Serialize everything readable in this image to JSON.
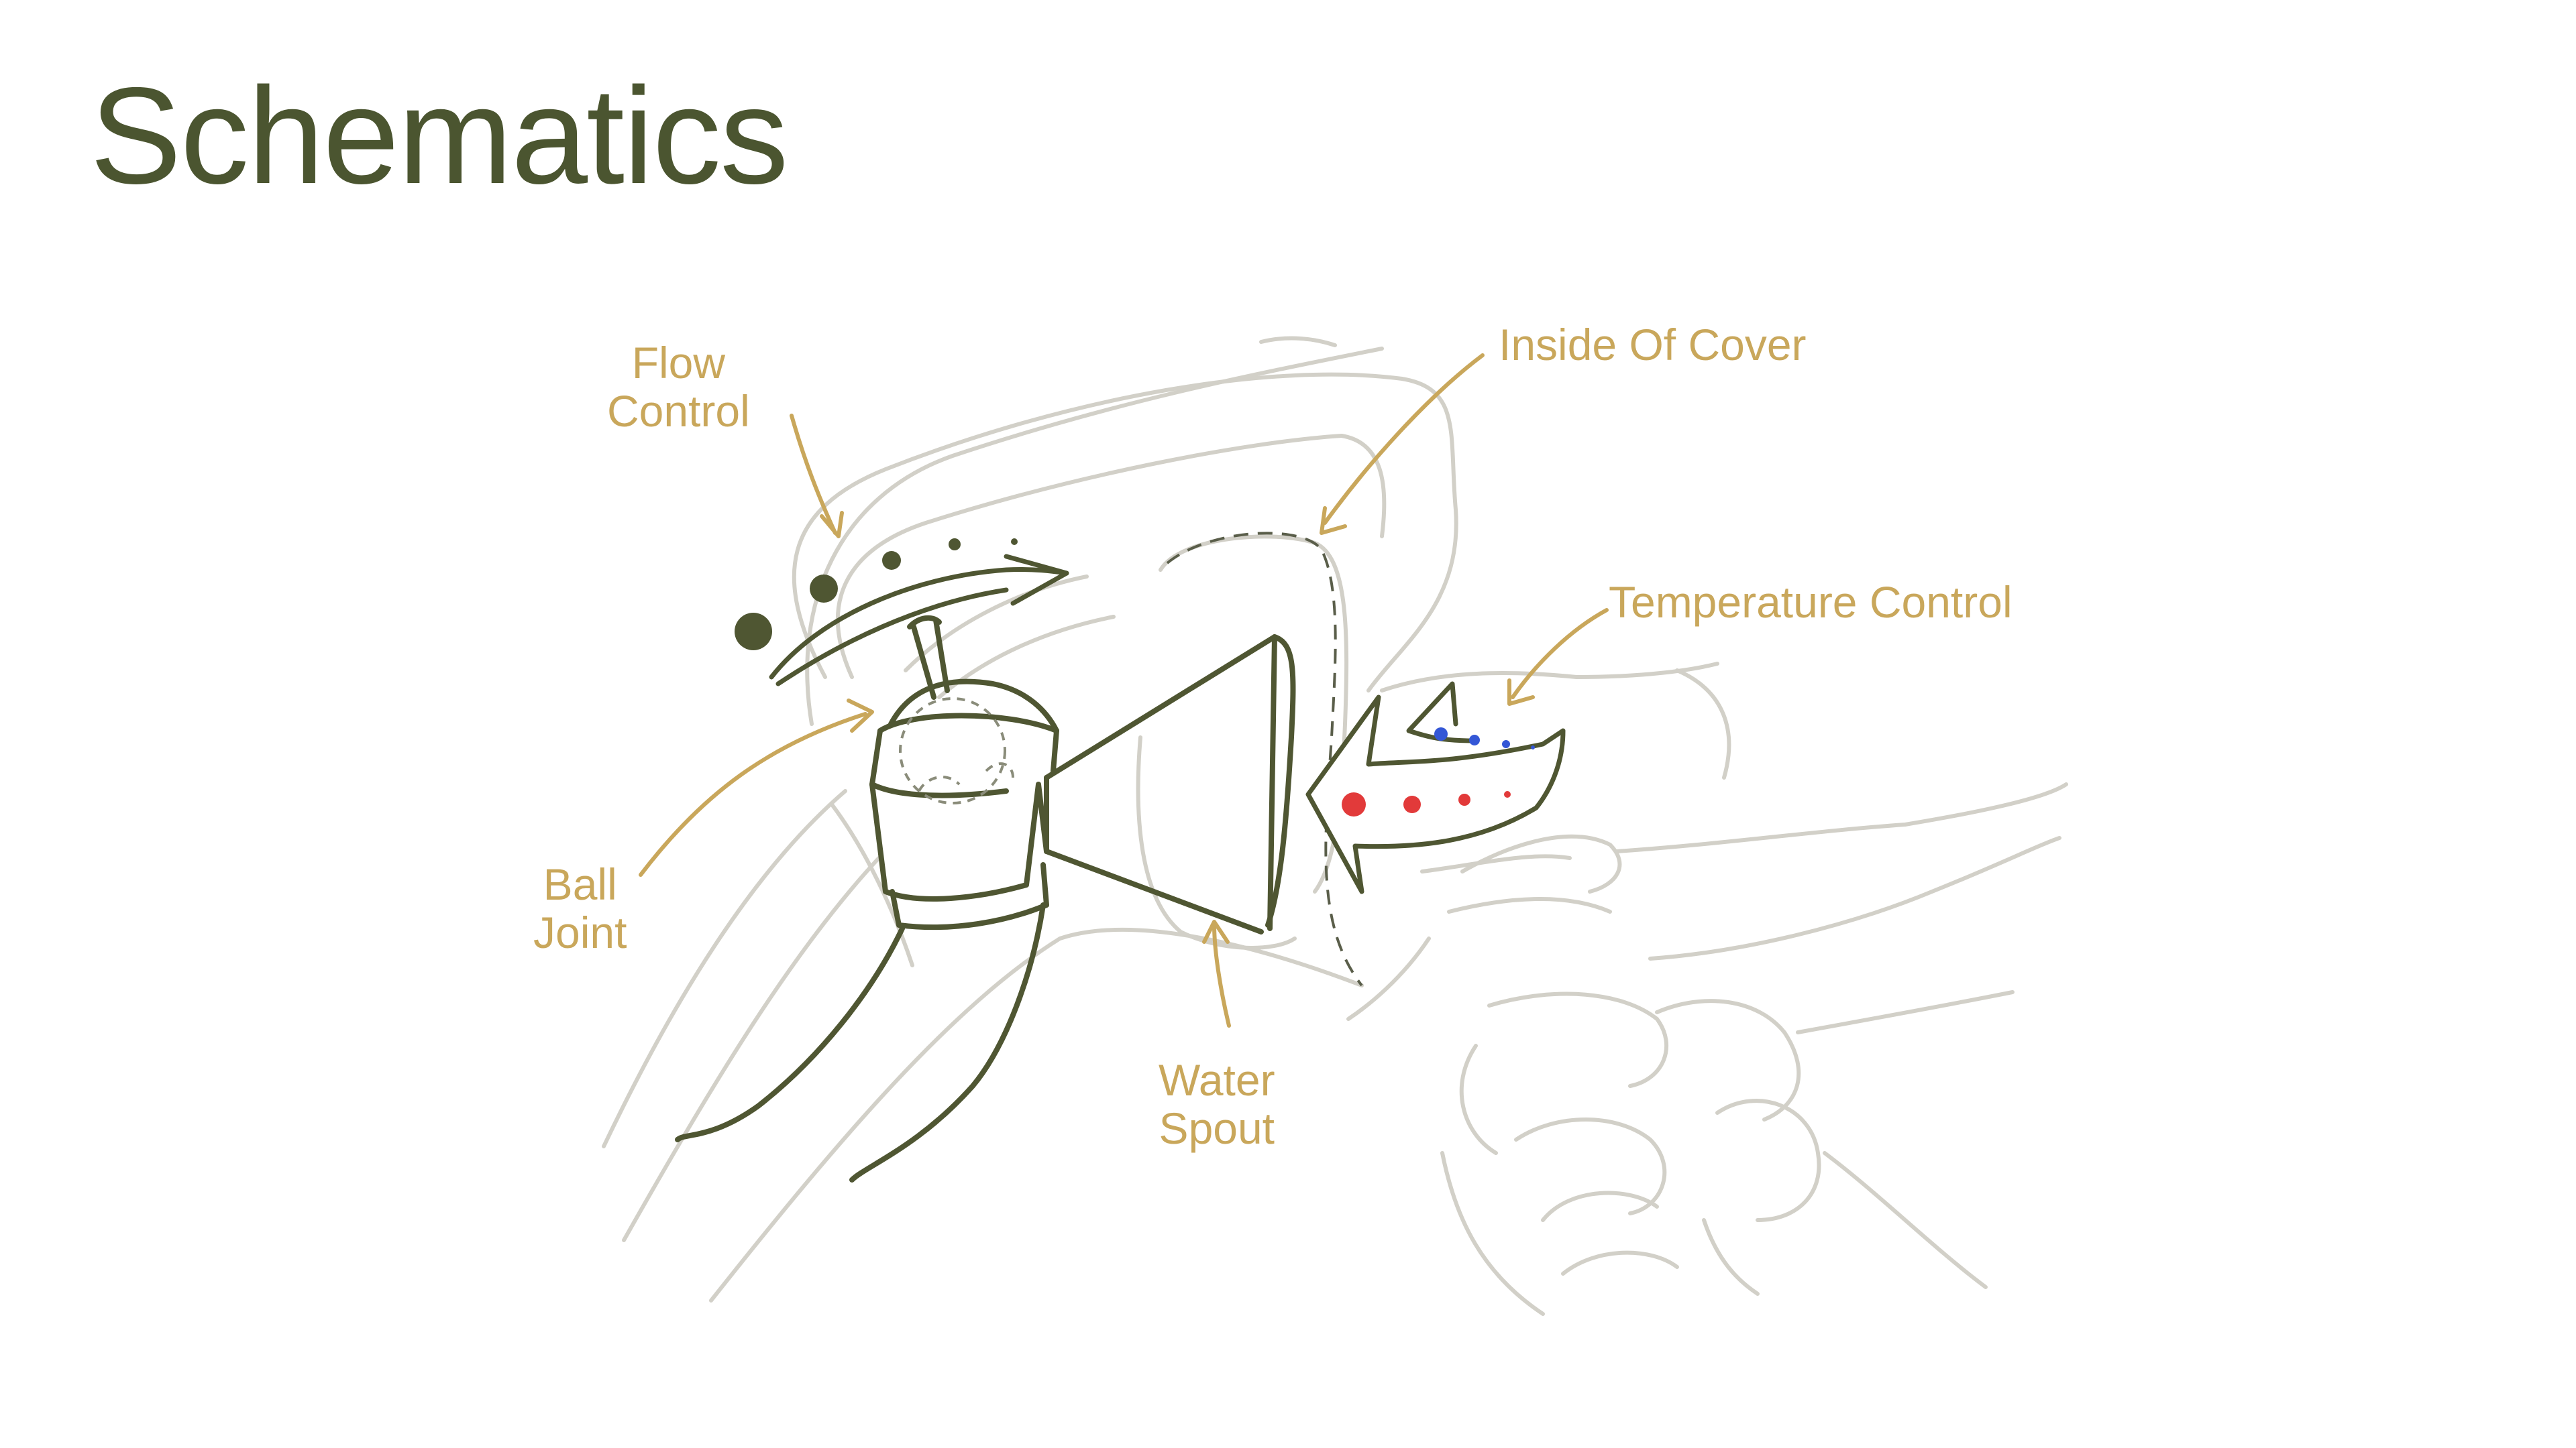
{
  "slide": {
    "title": "Schematics"
  },
  "colors": {
    "title": "#4b5530",
    "label": "#c9a75b",
    "ink": "#4f5632",
    "sketch": "#cfcdc4",
    "hot": "#e23a3a",
    "cold": "#3457d6"
  },
  "callouts": {
    "flow_control": {
      "line1": "Flow",
      "line2": "Control"
    },
    "inside_of_cover": {
      "line1": "Inside Of Cover"
    },
    "temperature_control": {
      "line1": "Temperature Control"
    },
    "ball_joint": {
      "line1": "Ball",
      "line2": "Joint"
    },
    "water_spout": {
      "line1": "Water",
      "line2": "Spout"
    }
  },
  "icons": {
    "flow_arrow": "curved-arrow-icon",
    "temperature_arrow": "curved-arrow-icon"
  }
}
